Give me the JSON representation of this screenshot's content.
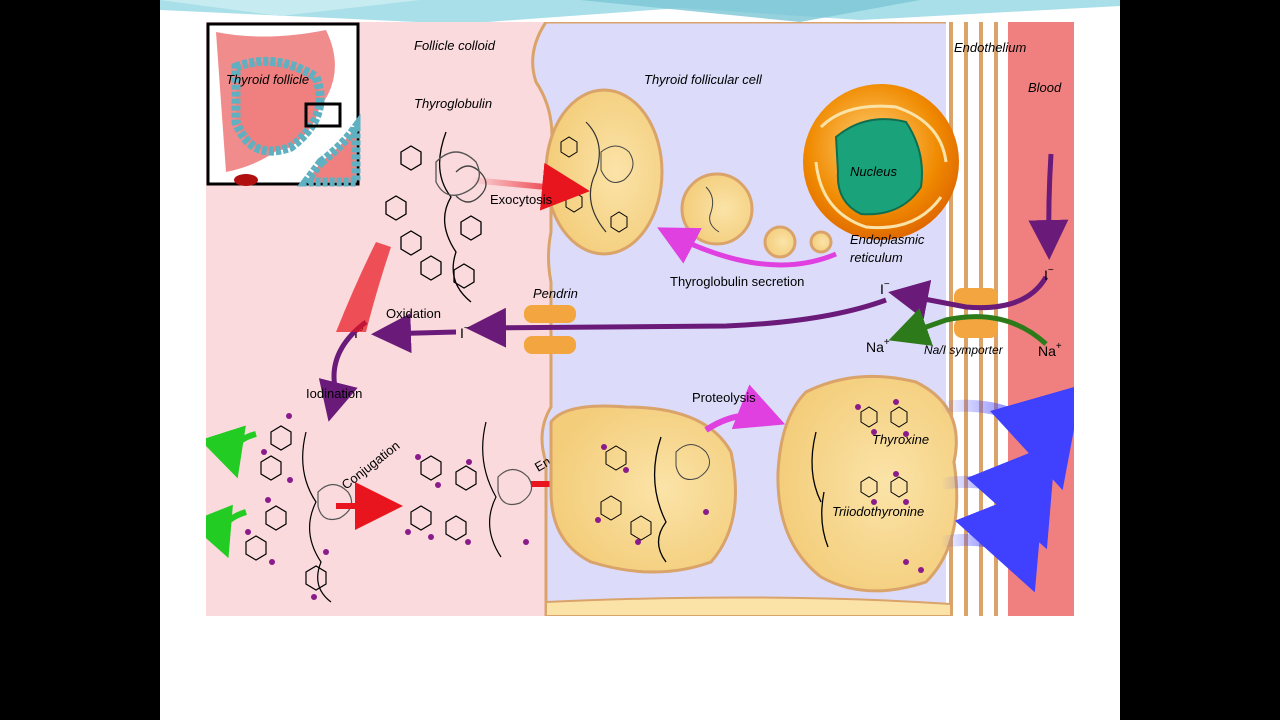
{
  "labels": {
    "inset_title": "Thyroid follicle",
    "follicle_colloid": "Follicle colloid",
    "follicular_cell": "Thyroid follicular cell",
    "endothelium": "Endothelium",
    "blood": "Blood",
    "thyroglobulin": "Thyroglobulin",
    "exocytosis": "Exocytosis",
    "nucleus": "Nucleus",
    "er_line1": "Endoplasmic",
    "er_line2": "reticulum",
    "tg_secretion": "Thyroglobulin secretion",
    "pendrin": "Pendrin",
    "oxidation": "Oxidation",
    "iodine": "I",
    "iodine_sup": "0",
    "iodide": "I",
    "iodide_sup": "−",
    "iodide_cell": "I",
    "iodide_cell_sup": "−",
    "iodide_blood": "I",
    "iodide_blood_sup": "−",
    "na_cell": "Na",
    "na_cell_sup": "+",
    "na_blood": "Na",
    "na_blood_sup": "+",
    "symporter": "Na/I symporter",
    "iodination": "Iodination",
    "conjugation": "Conjugation",
    "endocytosis": "Endocytosis",
    "proteolysis": "Proteolysis",
    "thyroxine": "Thyroxine",
    "triiodothyronine": "Triiodothyronine"
  },
  "colors": {
    "colloid": "#fadadd",
    "cell": "#dcdcfa",
    "blood": "#f08080",
    "vesicle": "#fbe3a8",
    "membrane": "#d9a36a",
    "iodine_mark": "#8b1a8b",
    "arrow_red": "#e8141e",
    "arrow_purple": "#6a1b7a",
    "arrow_magenta": "#e040e0",
    "arrow_green": "#2d7a1a",
    "arrow_blue": "#4040ff",
    "nucleus": "#1aa37a",
    "er": "#f08a00"
  }
}
